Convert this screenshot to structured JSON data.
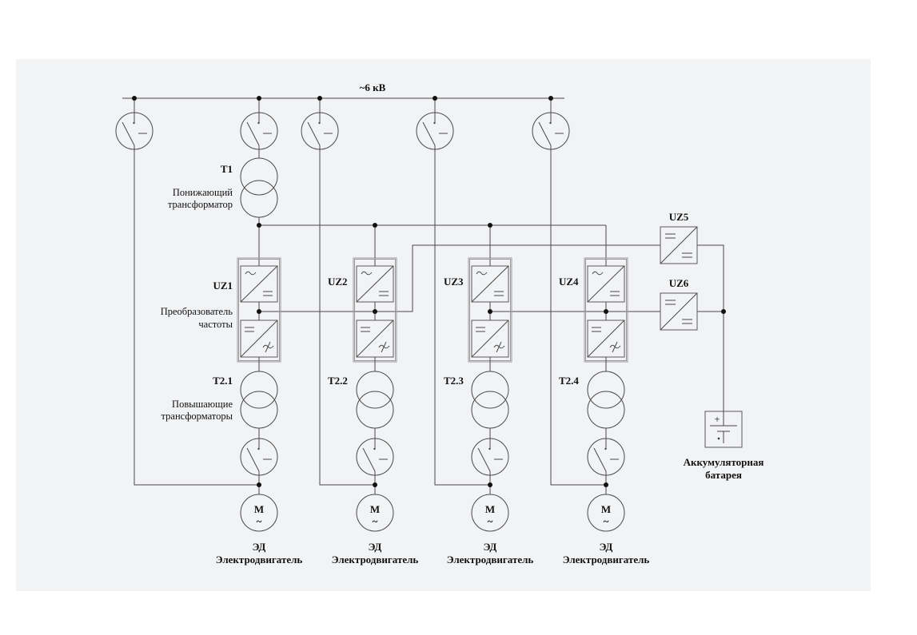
{
  "bus": {
    "label": "~6 кВ"
  },
  "main_transformer": {
    "id": "T1",
    "desc_line1": "Понижающий",
    "desc_line2": "трансформатор"
  },
  "converters": [
    {
      "id": "UZ1"
    },
    {
      "id": "UZ2"
    },
    {
      "id": "UZ3"
    },
    {
      "id": "UZ4"
    }
  ],
  "converter_desc": {
    "line1": "Преобразователь",
    "line2": "частоты"
  },
  "step_up_transformers": [
    {
      "id": "T2.1"
    },
    {
      "id": "T2.2"
    },
    {
      "id": "T2.3"
    },
    {
      "id": "T2.4"
    }
  ],
  "step_up_desc": {
    "line1": "Повышающие",
    "line2": "трансформаторы"
  },
  "dc_converters": [
    {
      "id": "UZ5"
    },
    {
      "id": "UZ6"
    }
  ],
  "battery": {
    "plus": "+",
    "line1": "Аккумуляторная",
    "line2": "батарея"
  },
  "motors": [
    {
      "symbol": "M",
      "ac": "~",
      "abbr": "ЭД",
      "name": "Электродвигатель"
    },
    {
      "symbol": "M",
      "ac": "~",
      "abbr": "ЭД",
      "name": "Электродвигатель"
    },
    {
      "symbol": "M",
      "ac": "~",
      "abbr": "ЭД",
      "name": "Электродвигатель"
    },
    {
      "symbol": "M",
      "ac": "~",
      "abbr": "ЭД",
      "name": "Электродвигатель"
    }
  ]
}
